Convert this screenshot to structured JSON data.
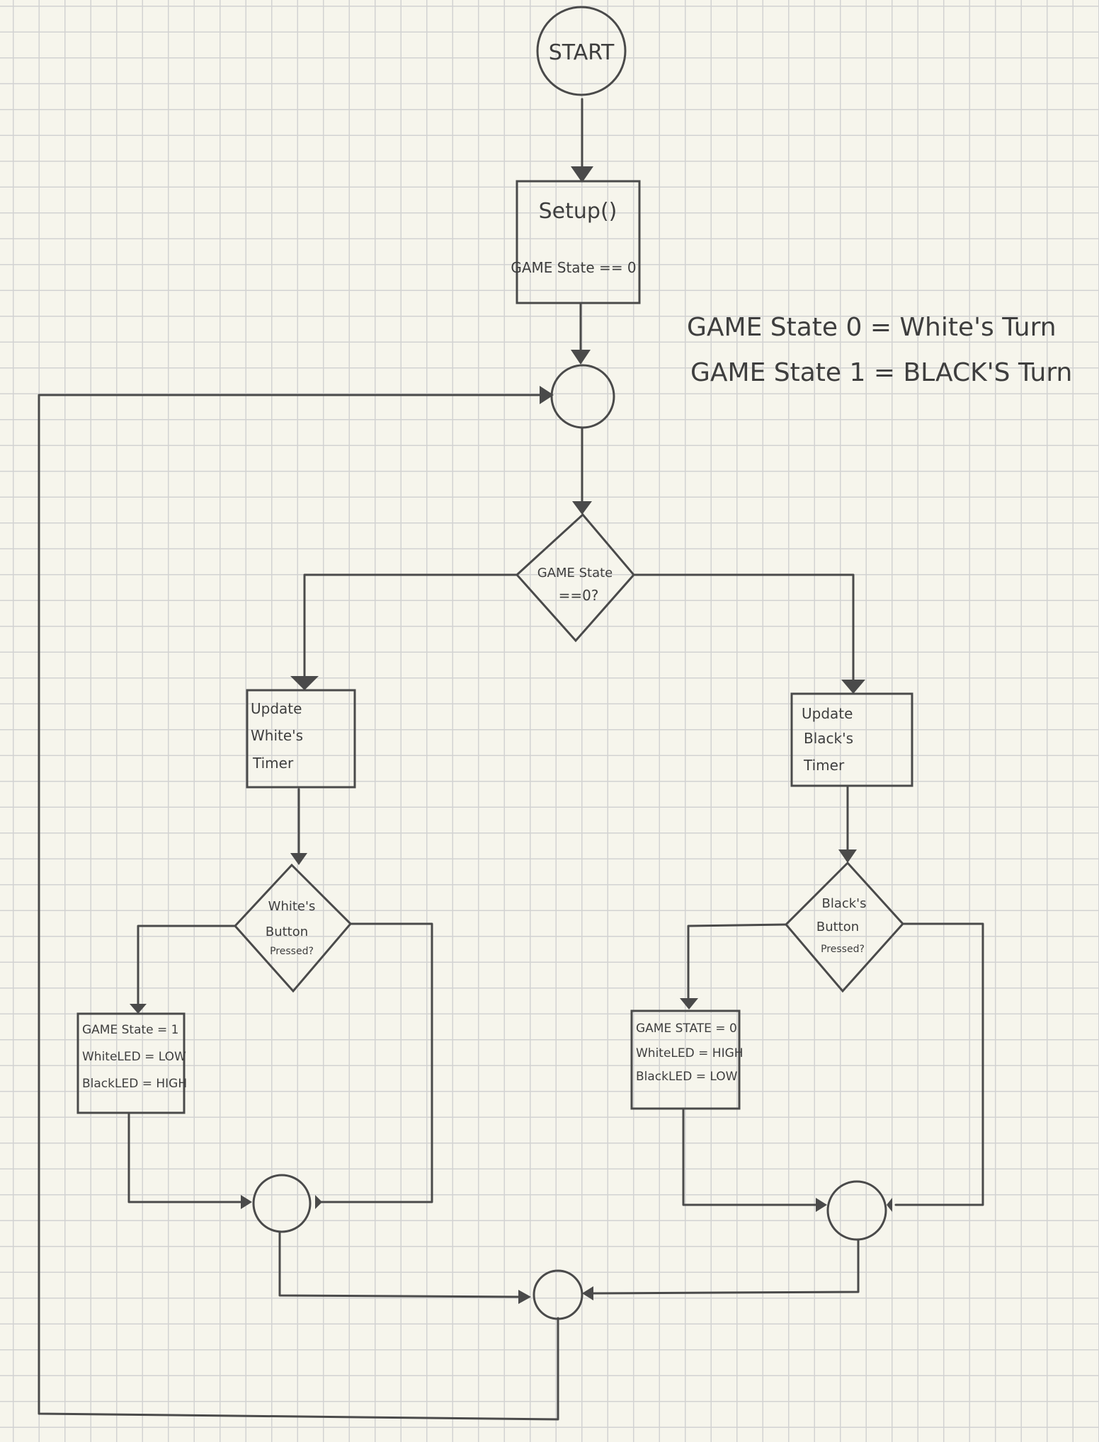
{
  "nodes": {
    "start": {
      "label": "START"
    },
    "setup": {
      "lines": [
        "Setup()",
        "GAME State == 0"
      ]
    },
    "check_state": {
      "lines": [
        "GAME State",
        "==0?"
      ]
    },
    "update_white": {
      "lines": [
        "Update",
        "White's",
        "Timer"
      ]
    },
    "update_black": {
      "lines": [
        "Update",
        "Black's",
        "Timer"
      ]
    },
    "white_button": {
      "lines": [
        "White's",
        "Button",
        "Pressed?"
      ]
    },
    "black_button": {
      "lines": [
        "Black's",
        "Button",
        "Pressed?"
      ]
    },
    "white_action": {
      "lines": [
        "GAME State = 1",
        "WhiteLED = LOW",
        "BlackLED = HIGH"
      ]
    },
    "black_action": {
      "lines": [
        "GAME STATE = 0",
        "WhiteLED = HIGH",
        "BlackLED = LOW"
      ]
    }
  },
  "legend": [
    "GAME State 0 = White's Turn",
    "GAME State 1 = BLACK'S Turn"
  ]
}
